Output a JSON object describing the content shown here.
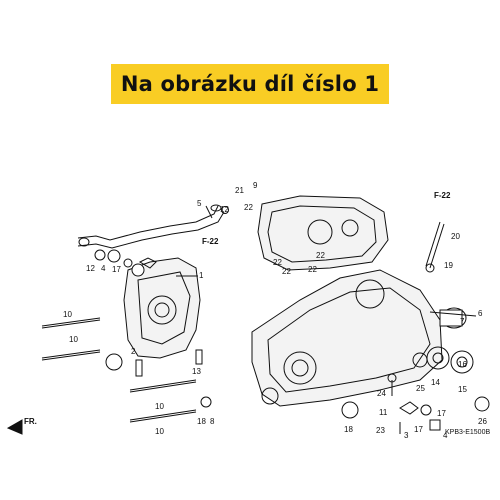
{
  "banner": {
    "text": "Na obrázku díl číslo 1"
  },
  "diagram": {
    "refs": [
      "F-22",
      "F-22"
    ],
    "direction_label": "FR.",
    "catalog_code": "KPB3-E1500B",
    "part_numbers": [
      "1",
      "2",
      "3",
      "4",
      "5",
      "6",
      "7",
      "8",
      "9",
      "10",
      "11",
      "12",
      "13",
      "14",
      "15",
      "16",
      "17",
      "18",
      "19",
      "20",
      "21",
      "22",
      "23",
      "24",
      "25",
      "26"
    ]
  },
  "colors": {
    "banner_bg": "#f9cd24",
    "ink": "#111111"
  }
}
